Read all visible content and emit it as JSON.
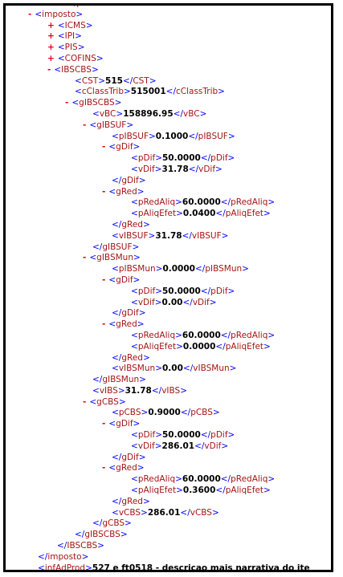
{
  "rows": [
    {
      "type": "close",
      "tag": "prod",
      "indent": 5
    },
    {
      "type": "open",
      "tag": "imposto",
      "indent": 2,
      "toggle": "-"
    },
    {
      "type": "collapsed",
      "tag": "ICMS",
      "indent": 4,
      "toggle": "+"
    },
    {
      "type": "collapsed",
      "tag": "IPI",
      "indent": 4,
      "toggle": "+"
    },
    {
      "type": "collapsed",
      "tag": "PIS",
      "indent": 4,
      "toggle": "+"
    },
    {
      "type": "collapsed",
      "tag": "COFINS",
      "indent": 4,
      "toggle": "+"
    },
    {
      "type": "open",
      "tag": "IBSCBS",
      "indent": 4,
      "toggle": "-"
    },
    {
      "type": "leaf",
      "tag": "CST",
      "value": "515",
      "indent": 6
    },
    {
      "type": "leaf",
      "tag": "cClassTrib",
      "value": "515001",
      "indent": 6
    },
    {
      "type": "open",
      "tag": "gIBSCBS",
      "indent": 6,
      "toggle": "-"
    },
    {
      "type": "leaf",
      "tag": "vBC",
      "value": "158896.95",
      "indent": 8
    },
    {
      "type": "open",
      "tag": "gIBSUF",
      "indent": 8,
      "toggle": "-"
    },
    {
      "type": "leaf",
      "tag": "pIBSUF",
      "value": "0.1000",
      "indent": 10
    },
    {
      "type": "open",
      "tag": "gDif",
      "indent": 10,
      "toggle": "-"
    },
    {
      "type": "leaf",
      "tag": "pDif",
      "value": "50.0000",
      "indent": 12
    },
    {
      "type": "leaf",
      "tag": "vDif",
      "value": "31.78",
      "indent": 12
    },
    {
      "type": "close",
      "tag": "gDif",
      "indent": 10
    },
    {
      "type": "open",
      "tag": "gRed",
      "indent": 10,
      "toggle": "-"
    },
    {
      "type": "leaf",
      "tag": "pRedAliq",
      "value": "60.0000",
      "indent": 12
    },
    {
      "type": "leaf",
      "tag": "pAliqEfet",
      "value": "0.0400",
      "indent": 12
    },
    {
      "type": "close",
      "tag": "gRed",
      "indent": 10
    },
    {
      "type": "leaf",
      "tag": "vIBSUF",
      "value": "31.78",
      "indent": 10
    },
    {
      "type": "close",
      "tag": "gIBSUF",
      "indent": 8
    },
    {
      "type": "open",
      "tag": "gIBSMun",
      "indent": 8,
      "toggle": "-"
    },
    {
      "type": "leaf",
      "tag": "pIBSMun",
      "value": "0.0000",
      "indent": 10
    },
    {
      "type": "open",
      "tag": "gDif",
      "indent": 10,
      "toggle": "-"
    },
    {
      "type": "leaf",
      "tag": "pDif",
      "value": "50.0000",
      "indent": 12
    },
    {
      "type": "leaf",
      "tag": "vDif",
      "value": "0.00",
      "indent": 12
    },
    {
      "type": "close",
      "tag": "gDif",
      "indent": 10
    },
    {
      "type": "open",
      "tag": "gRed",
      "indent": 10,
      "toggle": "-"
    },
    {
      "type": "leaf",
      "tag": "pRedAliq",
      "value": "60.0000",
      "indent": 12
    },
    {
      "type": "leaf",
      "tag": "pAliqEfet",
      "value": "0.0000",
      "indent": 12
    },
    {
      "type": "close",
      "tag": "gRed",
      "indent": 10
    },
    {
      "type": "leaf",
      "tag": "vIBSMun",
      "value": "0.00",
      "indent": 10
    },
    {
      "type": "close",
      "tag": "gIBSMun",
      "indent": 8
    },
    {
      "type": "leaf",
      "tag": "vIBS",
      "value": "31.78",
      "indent": 8
    },
    {
      "type": "open",
      "tag": "gCBS",
      "indent": 8,
      "toggle": "-"
    },
    {
      "type": "leaf",
      "tag": "pCBS",
      "value": "0.9000",
      "indent": 10
    },
    {
      "type": "open",
      "tag": "gDif",
      "indent": 10,
      "toggle": "-"
    },
    {
      "type": "leaf",
      "tag": "pDif",
      "value": "50.0000",
      "indent": 12
    },
    {
      "type": "leaf",
      "tag": "vDif",
      "value": "286.01",
      "indent": 12
    },
    {
      "type": "close",
      "tag": "gDif",
      "indent": 10
    },
    {
      "type": "open",
      "tag": "gRed",
      "indent": 10,
      "toggle": "-"
    },
    {
      "type": "leaf",
      "tag": "pRedAliq",
      "value": "60.0000",
      "indent": 12
    },
    {
      "type": "leaf",
      "tag": "pAliqEfet",
      "value": "0.3600",
      "indent": 12
    },
    {
      "type": "close",
      "tag": "gRed",
      "indent": 10
    },
    {
      "type": "leaf",
      "tag": "vCBS",
      "value": "286.01",
      "indent": 10
    },
    {
      "type": "close",
      "tag": "gCBS",
      "indent": 8
    },
    {
      "type": "close",
      "tag": "gIBSCBS",
      "indent": 6
    },
    {
      "type": "close",
      "tag": "IBSCBS",
      "indent": 4
    },
    {
      "type": "close",
      "tag": "imposto",
      "indent": 2
    },
    {
      "type": "leaf",
      "tag": "infAdProd",
      "value": "527 e ft0518 - descricao mais narrativa do ite",
      "indent": 2
    }
  ]
}
